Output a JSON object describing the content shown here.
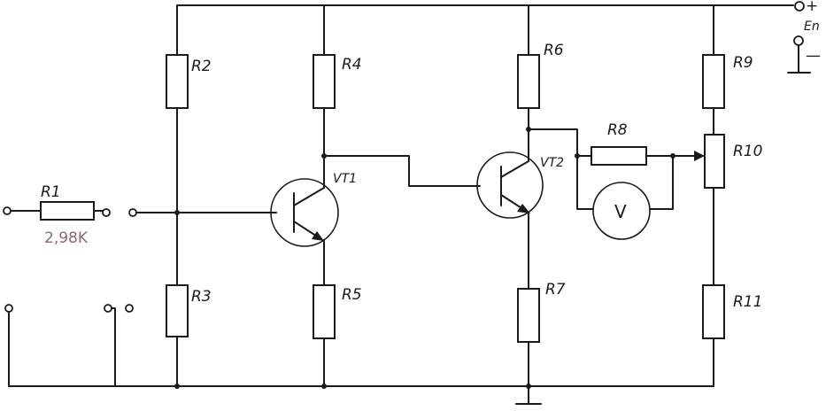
{
  "labels": {
    "r1": "R1",
    "r1_value": "2,98K",
    "r2": "R2",
    "r3": "R3",
    "r4": "R4",
    "r5": "R5",
    "r6": "R6",
    "r7": "R7",
    "r8": "R8",
    "r9": "R9",
    "r10": "R10",
    "r11": "R11",
    "vt1": "VT1",
    "vt2": "VT2",
    "voltmeter": "V",
    "supply": "En",
    "plus": "+",
    "minus": "—"
  }
}
